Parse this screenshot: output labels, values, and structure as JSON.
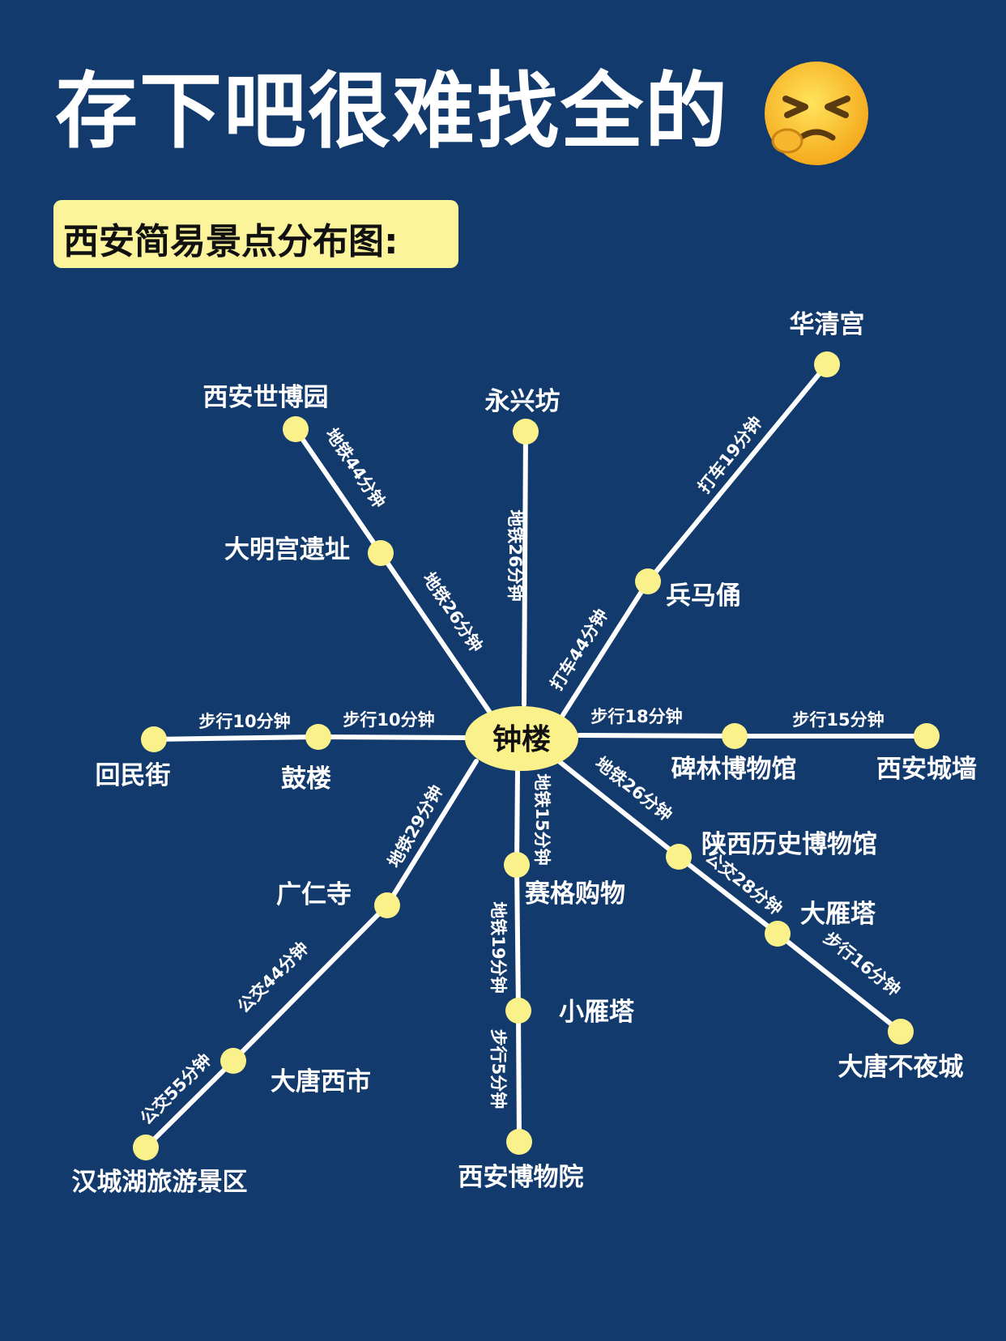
{
  "header": {
    "title": "存下吧很难找全的",
    "emoji": "😣",
    "subtitle": "西安简易景点分布图:"
  },
  "colors": {
    "background": "#123a6d",
    "line": "#ffffff",
    "node": "#fbf18a",
    "subtitle_bg": "#fbf49a"
  },
  "hub": {
    "label": "钟楼"
  },
  "nodes": {
    "huaqinggong": "华清宫",
    "bingmayong": "兵马俑",
    "yongxingfang": "永兴坊",
    "shiboyuan": "西安世博园",
    "daminggong": "大明宫遗址",
    "huiminjie": "回民街",
    "gulou": "鼓楼",
    "beilin": "碑林博物馆",
    "chengqiang": "西安城墙",
    "shaanxi_museum": "陕西历史博物馆",
    "dayanta": "大雁塔",
    "datang_buye": "大唐不夜城",
    "saige": "赛格购物",
    "xiaoyanta": "小雁塔",
    "xian_museum": "西安博物院",
    "guangrensi": "广仁寺",
    "datang_xishi": "大唐西市",
    "hanchenghu": "汉城湖旅游景区"
  },
  "edges": {
    "shiboyuan_daminggong": "地铁44分钟",
    "daminggong_hub": "地铁26分钟",
    "yongxingfang_hub": "地铁26分钟",
    "huaqinggong_bingmayong": "打车19分钟",
    "bingmayong_hub": "打车44分钟",
    "huiminjie_gulou": "步行10分钟",
    "gulou_hub": "步行10分钟",
    "hub_beilin": "步行18分钟",
    "beilin_chengqiang": "步行15分钟",
    "hub_shaanxi": "地铁26分钟",
    "shaanxi_dayanta": "公交28分钟",
    "dayanta_buye": "步行16分钟",
    "hub_saige": "地铁15分钟",
    "saige_xiaoyanta": "地铁19分钟",
    "xiaoyanta_museum": "步行5分钟",
    "hub_guangrensi": "地铁29分钟",
    "guangrensi_xishi": "公交44分钟",
    "xishi_hanchenghu": "公交55分钟"
  }
}
